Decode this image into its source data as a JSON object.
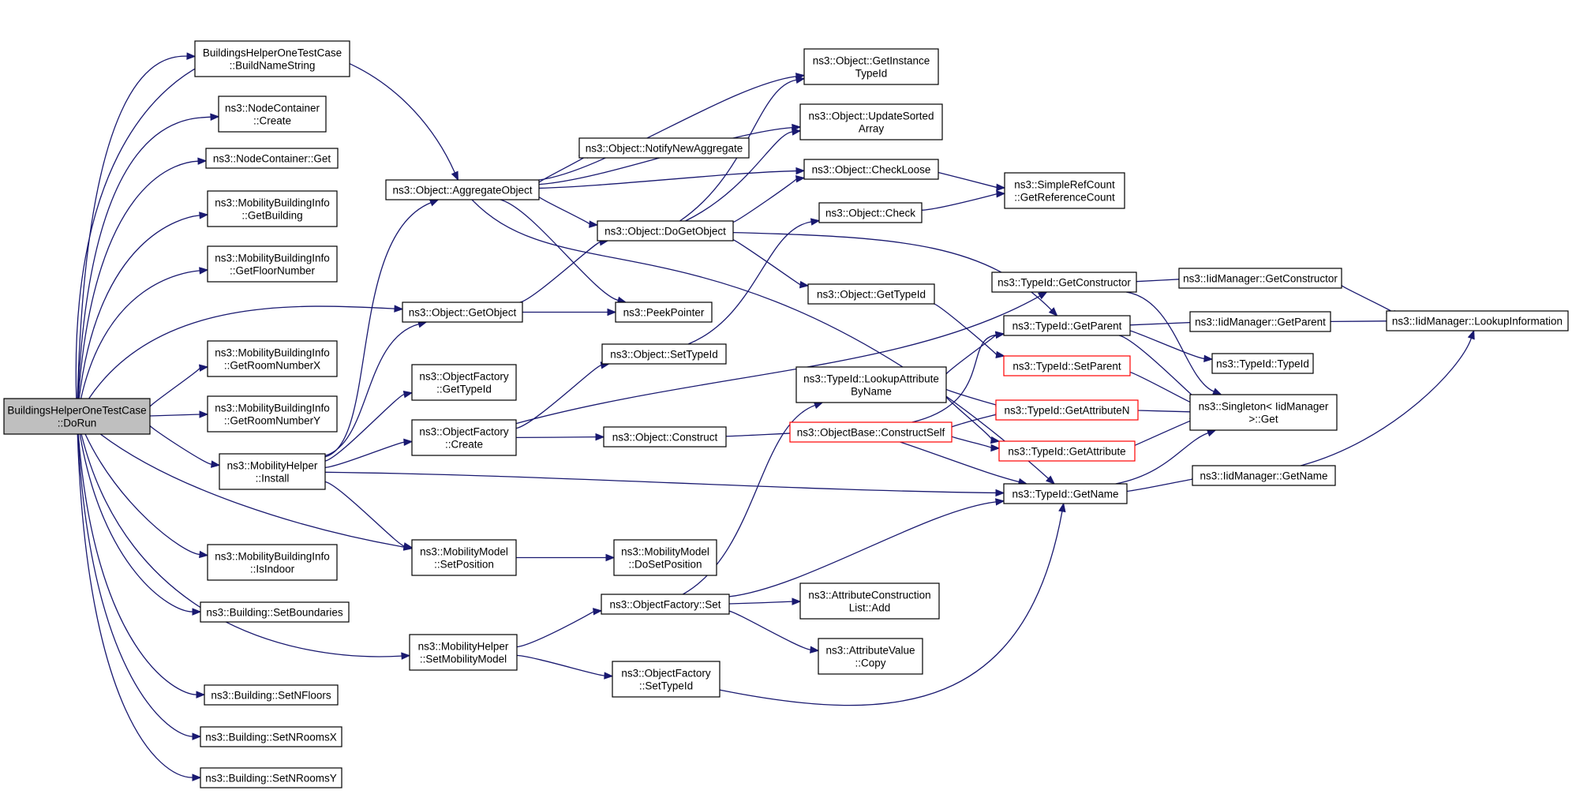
{
  "colors": {
    "edge": "#191970",
    "node_border": "#000000",
    "node_border_truncated": "#ff0000",
    "root_fill": "#bfbfbf",
    "node_fill": "#ffffff"
  },
  "nodes": {
    "root": {
      "lines": [
        "BuildingsHelperOneTestCase",
        "::DoRun"
      ]
    },
    "buildname": {
      "lines": [
        "BuildingsHelperOneTestCase",
        "::BuildNameString"
      ]
    },
    "nc_create": {
      "lines": [
        "ns3::NodeContainer",
        "::Create"
      ]
    },
    "nc_get": {
      "lines": [
        "ns3::NodeContainer::Get"
      ]
    },
    "mbi_getbuilding": {
      "lines": [
        "ns3::MobilityBuildingInfo",
        "::GetBuilding"
      ]
    },
    "mbi_getfloor": {
      "lines": [
        "ns3::MobilityBuildingInfo",
        "::GetFloorNumber"
      ]
    },
    "mbi_roomx": {
      "lines": [
        "ns3::MobilityBuildingInfo",
        "::GetRoomNumberX"
      ]
    },
    "mbi_roomy": {
      "lines": [
        "ns3::MobilityBuildingInfo",
        "::GetRoomNumberY"
      ]
    },
    "mh_install": {
      "lines": [
        "ns3::MobilityHelper",
        "::Install"
      ]
    },
    "mbi_isindoor": {
      "lines": [
        "ns3::MobilityBuildingInfo",
        "::IsIndoor"
      ]
    },
    "b_setbounds": {
      "lines": [
        "ns3::Building::SetBoundaries"
      ]
    },
    "mh_setmodel": {
      "lines": [
        "ns3::MobilityHelper",
        "::SetMobilityModel"
      ]
    },
    "b_setnfloors": {
      "lines": [
        "ns3::Building::SetNFloors"
      ]
    },
    "b_setnroomsx": {
      "lines": [
        "ns3::Building::SetNRoomsX"
      ]
    },
    "b_setnroomsy": {
      "lines": [
        "ns3::Building::SetNRoomsY"
      ]
    },
    "obj_aggregate": {
      "lines": [
        "ns3::Object::AggregateObject"
      ]
    },
    "obj_getobject": {
      "lines": [
        "ns3::Object::GetObject"
      ]
    },
    "of_gettypeid": {
      "lines": [
        "ns3::ObjectFactory",
        "::GetTypeId"
      ]
    },
    "of_create": {
      "lines": [
        "ns3::ObjectFactory",
        "::Create"
      ]
    },
    "mm_setpos": {
      "lines": [
        "ns3::MobilityModel",
        "::SetPosition"
      ]
    },
    "of_set": {
      "lines": [
        "ns3::ObjectFactory::Set"
      ]
    },
    "of_settypeid": {
      "lines": [
        "ns3::ObjectFactory",
        "::SetTypeId"
      ]
    },
    "obj_notify": {
      "lines": [
        "ns3::Object::NotifyNewAggregate"
      ]
    },
    "obj_dogetobject": {
      "lines": [
        "ns3::Object::DoGetObject"
      ]
    },
    "peekpointer": {
      "lines": [
        "ns3::PeekPointer"
      ]
    },
    "obj_settypeid": {
      "lines": [
        "ns3::Object::SetTypeId"
      ]
    },
    "obj_construct": {
      "lines": [
        "ns3::Object::Construct"
      ]
    },
    "mm_dosetpos": {
      "lines": [
        "ns3::MobilityModel",
        "::DoSetPosition"
      ]
    },
    "obj_getinstance": {
      "lines": [
        "ns3::Object::GetInstance",
        "TypeId"
      ]
    },
    "obj_updatesorted": {
      "lines": [
        "ns3::Object::UpdateSorted",
        "Array"
      ]
    },
    "obj_checkloose": {
      "lines": [
        "ns3::Object::CheckLoose"
      ]
    },
    "obj_check": {
      "lines": [
        "ns3::Object::Check"
      ]
    },
    "obj_gettypeid": {
      "lines": [
        "ns3::Object::GetTypeId"
      ]
    },
    "tid_lookupattr": {
      "lines": [
        "ns3::TypeId::LookupAttribute",
        "ByName"
      ]
    },
    "ob_constructself": {
      "lines": [
        "ns3::ObjectBase::ConstructSelf"
      ]
    },
    "acl_add": {
      "lines": [
        "ns3::AttributeConstruction",
        "List::Add"
      ]
    },
    "av_copy": {
      "lines": [
        "ns3::AttributeValue",
        "::Copy"
      ]
    },
    "src_getrefcount": {
      "lines": [
        "ns3::SimpleRefCount",
        "::GetReferenceCount"
      ]
    },
    "tid_getconstructor": {
      "lines": [
        "ns3::TypeId::GetConstructor"
      ]
    },
    "tid_getparent": {
      "lines": [
        "ns3::TypeId::GetParent"
      ]
    },
    "tid_setparent": {
      "lines": [
        "ns3::TypeId::SetParent"
      ]
    },
    "tid_getattrn": {
      "lines": [
        "ns3::TypeId::GetAttributeN"
      ]
    },
    "tid_getattr": {
      "lines": [
        "ns3::TypeId::GetAttribute"
      ]
    },
    "tid_getname": {
      "lines": [
        "ns3::TypeId::GetName"
      ]
    },
    "iid_getconstructor": {
      "lines": [
        "ns3::IidManager::GetConstructor"
      ]
    },
    "iid_getparent": {
      "lines": [
        "ns3::IidManager::GetParent"
      ]
    },
    "tid_typeid": {
      "lines": [
        "ns3::TypeId::TypeId"
      ]
    },
    "singleton_get": {
      "lines": [
        "ns3::Singleton< IidManager",
        " >::Get"
      ]
    },
    "iid_getname": {
      "lines": [
        "ns3::IidManager::GetName"
      ]
    },
    "iid_lookupinfo": {
      "lines": [
        "ns3::IidManager::LookupInformation"
      ]
    }
  },
  "edges": [
    [
      "root",
      "buildname"
    ],
    [
      "root",
      "nc_create"
    ],
    [
      "root",
      "nc_get"
    ],
    [
      "root",
      "mbi_getbuilding"
    ],
    [
      "root",
      "mbi_getfloor"
    ],
    [
      "root",
      "mbi_roomx"
    ],
    [
      "root",
      "mbi_roomy"
    ],
    [
      "root",
      "mh_install"
    ],
    [
      "root",
      "mbi_isindoor"
    ],
    [
      "root",
      "b_setbounds"
    ],
    [
      "root",
      "mh_setmodel"
    ],
    [
      "root",
      "b_setnfloors"
    ],
    [
      "root",
      "b_setnroomsx"
    ],
    [
      "root",
      "b_setnroomsy"
    ],
    [
      "root",
      "obj_aggregate"
    ],
    [
      "root",
      "obj_getobject"
    ],
    [
      "root",
      "mm_setpos"
    ],
    [
      "mh_install",
      "obj_aggregate"
    ],
    [
      "mh_install",
      "obj_getobject"
    ],
    [
      "mh_install",
      "of_gettypeid"
    ],
    [
      "mh_install",
      "of_create"
    ],
    [
      "mh_install",
      "mm_setpos"
    ],
    [
      "mh_install",
      "tid_getname"
    ],
    [
      "mh_setmodel",
      "of_set"
    ],
    [
      "mh_setmodel",
      "of_settypeid"
    ],
    [
      "obj_aggregate",
      "obj_getinstance"
    ],
    [
      "obj_aggregate",
      "obj_updatesorted"
    ],
    [
      "obj_aggregate",
      "obj_notify"
    ],
    [
      "obj_aggregate",
      "obj_checkloose"
    ],
    [
      "obj_aggregate",
      "obj_dogetobject"
    ],
    [
      "obj_aggregate",
      "peekpointer"
    ],
    [
      "obj_aggregate",
      "tid_getname"
    ],
    [
      "obj_getobject",
      "obj_dogetobject"
    ],
    [
      "obj_getobject",
      "peekpointer"
    ],
    [
      "of_create",
      "obj_settypeid"
    ],
    [
      "of_create",
      "obj_construct"
    ],
    [
      "of_create",
      "tid_getconstructor"
    ],
    [
      "mm_setpos",
      "mm_dosetpos"
    ],
    [
      "of_set",
      "tid_lookupattr"
    ],
    [
      "of_set",
      "acl_add"
    ],
    [
      "of_set",
      "av_copy"
    ],
    [
      "of_set",
      "tid_getname"
    ],
    [
      "of_settypeid",
      "tid_getname"
    ],
    [
      "obj_dogetobject",
      "obj_getinstance"
    ],
    [
      "obj_dogetobject",
      "obj_updatesorted"
    ],
    [
      "obj_dogetobject",
      "obj_checkloose"
    ],
    [
      "obj_dogetobject",
      "obj_gettypeid"
    ],
    [
      "obj_dogetobject",
      "tid_getparent"
    ],
    [
      "obj_settypeid",
      "obj_check"
    ],
    [
      "obj_construct",
      "ob_constructself"
    ],
    [
      "obj_checkloose",
      "src_getrefcount"
    ],
    [
      "obj_check",
      "src_getrefcount"
    ],
    [
      "obj_gettypeid",
      "tid_setparent"
    ],
    [
      "tid_lookupattr",
      "tid_getparent"
    ],
    [
      "tid_lookupattr",
      "tid_getattrn"
    ],
    [
      "tid_lookupattr",
      "tid_getattr"
    ],
    [
      "ob_constructself",
      "tid_getparent"
    ],
    [
      "ob_constructself",
      "tid_getattrn"
    ],
    [
      "ob_constructself",
      "tid_getattr"
    ],
    [
      "ob_constructself",
      "tid_getname"
    ],
    [
      "tid_getconstructor",
      "iid_getconstructor"
    ],
    [
      "tid_getconstructor",
      "singleton_get"
    ],
    [
      "tid_getparent",
      "iid_getparent"
    ],
    [
      "tid_getparent",
      "tid_typeid"
    ],
    [
      "tid_getparent",
      "singleton_get"
    ],
    [
      "tid_setparent",
      "singleton_get"
    ],
    [
      "tid_getattrn",
      "singleton_get"
    ],
    [
      "tid_getattr",
      "singleton_get"
    ],
    [
      "tid_getname",
      "singleton_get"
    ],
    [
      "tid_getname",
      "iid_getname"
    ],
    [
      "iid_getconstructor",
      "iid_lookupinfo"
    ],
    [
      "iid_getparent",
      "iid_lookupinfo"
    ],
    [
      "iid_getname",
      "iid_lookupinfo"
    ]
  ]
}
